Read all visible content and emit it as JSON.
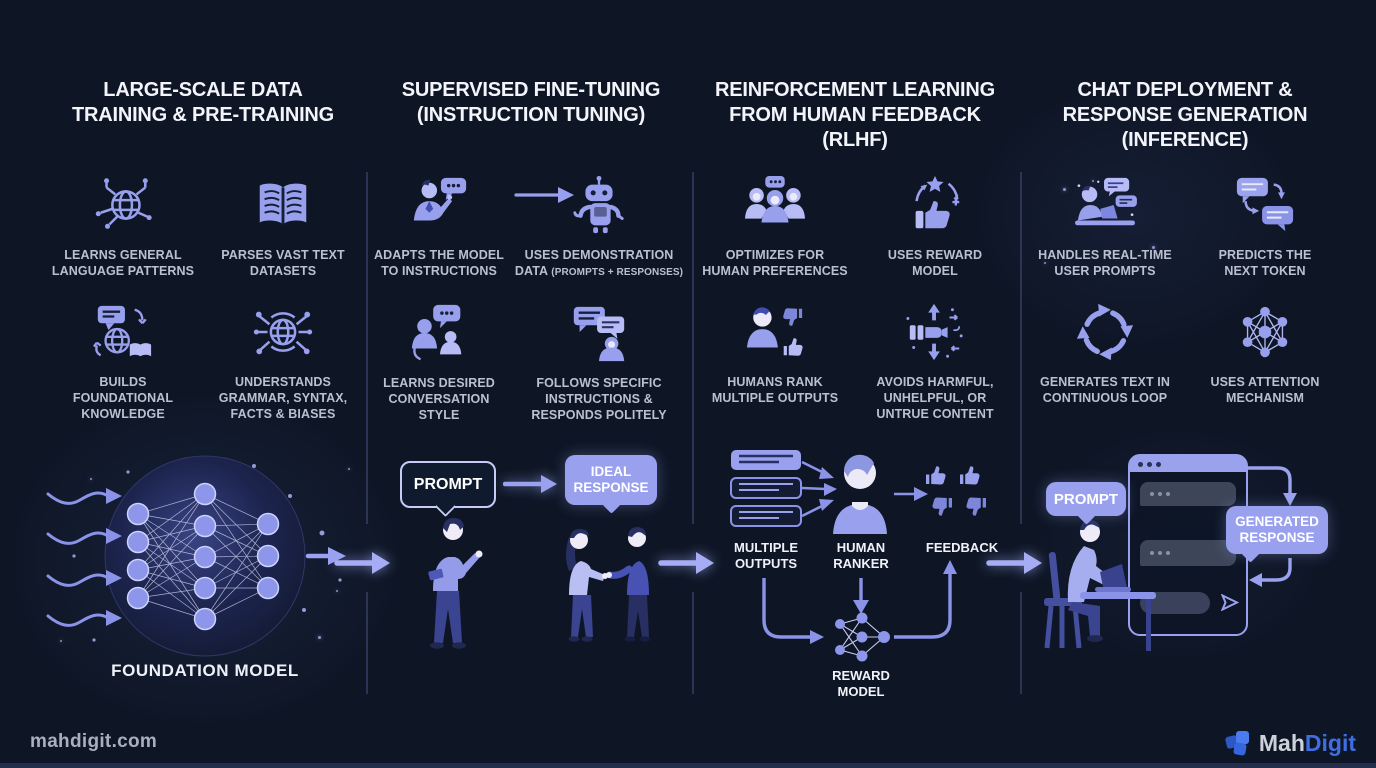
{
  "page": {
    "background": "#0e1626",
    "accent": "#98a0ee",
    "accent_light": "#b7bdf4",
    "title_color": "#f3f5fb",
    "label_color": "#bac0cf"
  },
  "columns": [
    {
      "id": "pretraining",
      "title": "LARGE-SCALE DATA\nTRAINING & PRE-TRAINING",
      "features": [
        {
          "icon": "globe-network-icon",
          "label": "LEARNS GENERAL\nLANGUAGE PATTERNS"
        },
        {
          "icon": "open-book-icon",
          "label": "PARSES VAST TEXT\nDATASETS"
        },
        {
          "icon": "chat-globe-book-icon",
          "label": "BUILDS\nFOUNDATIONAL\nKNOWLEDGE"
        },
        {
          "icon": "globe-nodes-icon",
          "label": "UNDERSTANDS\nGRAMMAR, SYNTAX,\nFACTS & BIASES"
        }
      ],
      "flow": {
        "model_label": "FOUNDATION MODEL"
      }
    },
    {
      "id": "sft",
      "title": "SUPERVISED FINE-TUNING\n(INSTRUCTION TUNING)",
      "features": [
        {
          "icon": "person-speech-icon",
          "label": "ADAPTS THE MODEL\nTO INSTRUCTIONS"
        },
        {
          "icon": "robot-icon",
          "label": "USES DEMONSTRATION DATA",
          "note": "(PROMPTS + RESPONSES)"
        },
        {
          "icon": "people-chat-icon",
          "label": "LEARNS DESIRED\nCONVERSATION\nSTYLE"
        },
        {
          "icon": "chat-person-icon",
          "label": "FOLLOWS SPECIFIC\nINSTRUCTIONS &\nRESPONDS POLITELY"
        }
      ],
      "flow": {
        "prompt": "PROMPT",
        "ideal_response": "IDEAL\nRESPONSE"
      }
    },
    {
      "id": "rlhf",
      "title": "REINFORCEMENT LEARNING\nFROM HUMAN FEEDBACK\n(RLHF)",
      "features": [
        {
          "icon": "people-group-icon",
          "label": "OPTIMIZES FOR\nHUMAN PREFERENCES"
        },
        {
          "icon": "thumb-star-icon",
          "label": "USES REWARD\nMODEL"
        },
        {
          "icon": "person-thumbs-icon",
          "label": "HUMANS RANK\nMULTIPLE OUTPUTS"
        },
        {
          "icon": "thumb-arrows-icon",
          "label": "AVOIDS HARMFUL,\nUNHELPFUL, OR\nUNTRUE CONTENT"
        }
      ],
      "flow": {
        "multiple_outputs": "MULTIPLE\nOUTPUTS",
        "human_ranker": "HUMAN\nRANKER",
        "feedback": "FEEDBACK",
        "reward_model": "REWARD\nMODEL"
      }
    },
    {
      "id": "inference",
      "title": "CHAT DEPLOYMENT &\nRESPONSE GENERATION\n(INFERENCE)",
      "features": [
        {
          "icon": "person-laptop-icon",
          "label": "HANDLES REAL-TIME\nUSER PROMPTS"
        },
        {
          "icon": "chat-arrows-icon",
          "label": "PREDICTS THE\nNEXT TOKEN"
        },
        {
          "icon": "loop-arrows-icon",
          "label": "GENERATES TEXT IN\nCONTINUOUS LOOP"
        },
        {
          "icon": "attention-network-icon",
          "label": "USES ATTENTION\nMECHANISM"
        }
      ],
      "flow": {
        "prompt": "PROMPT",
        "generated_response": "GENERATED\nRESPONSE"
      }
    }
  ],
  "footer": {
    "website": "mahdigit.com",
    "brand_mah": "Mah",
    "brand_digit": "Digit"
  }
}
